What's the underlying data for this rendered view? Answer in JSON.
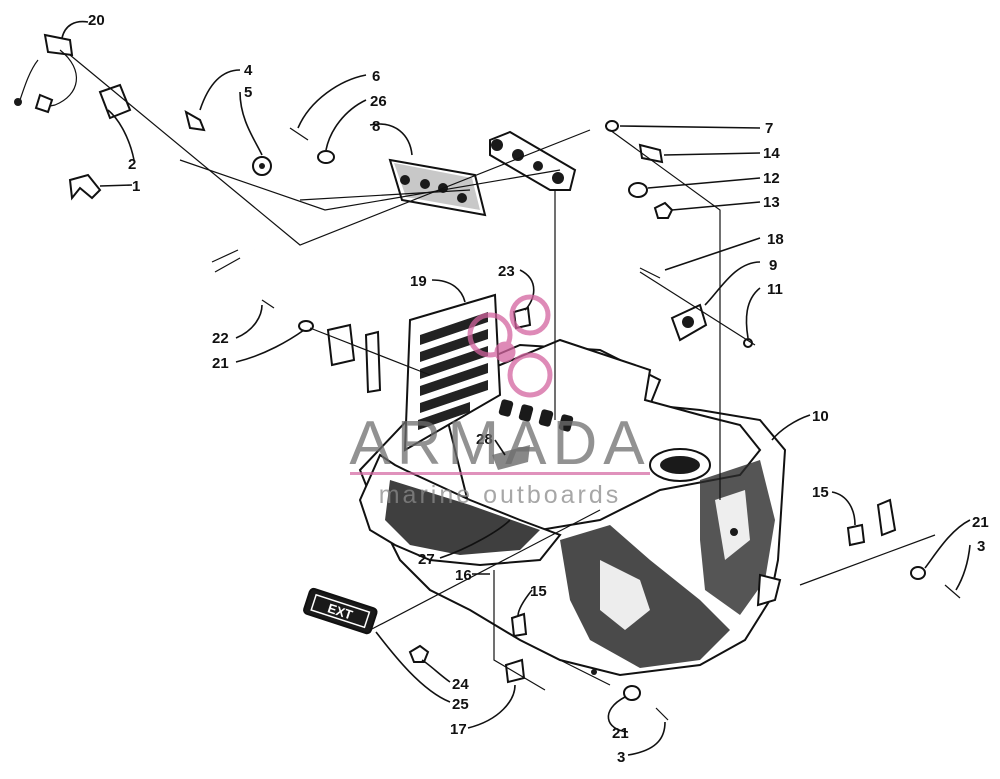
{
  "diagram": {
    "part_numbers": {
      "p1": "1",
      "p2": "2",
      "p3a": "3",
      "p3b": "3",
      "p4": "4",
      "p5": "5",
      "p6": "6",
      "p7": "7",
      "p8": "8",
      "p9": "9",
      "p10": "10",
      "p11": "11",
      "p12": "12",
      "p13": "13",
      "p14": "14",
      "p15a": "15",
      "p15b": "15",
      "p16": "16",
      "p17": "17",
      "p18": "18",
      "p19": "19",
      "p20": "20",
      "p21a": "21",
      "p21b": "21",
      "p21c": "21",
      "p22": "22",
      "p23": "23",
      "p24": "24",
      "p25": "25",
      "p26": "26",
      "p27": "27",
      "p28": "28"
    },
    "badge_text": "EXT",
    "watermark": {
      "title": "ARMADA",
      "subtitle": "marine outboards",
      "logo_color": "#d3649f"
    }
  }
}
